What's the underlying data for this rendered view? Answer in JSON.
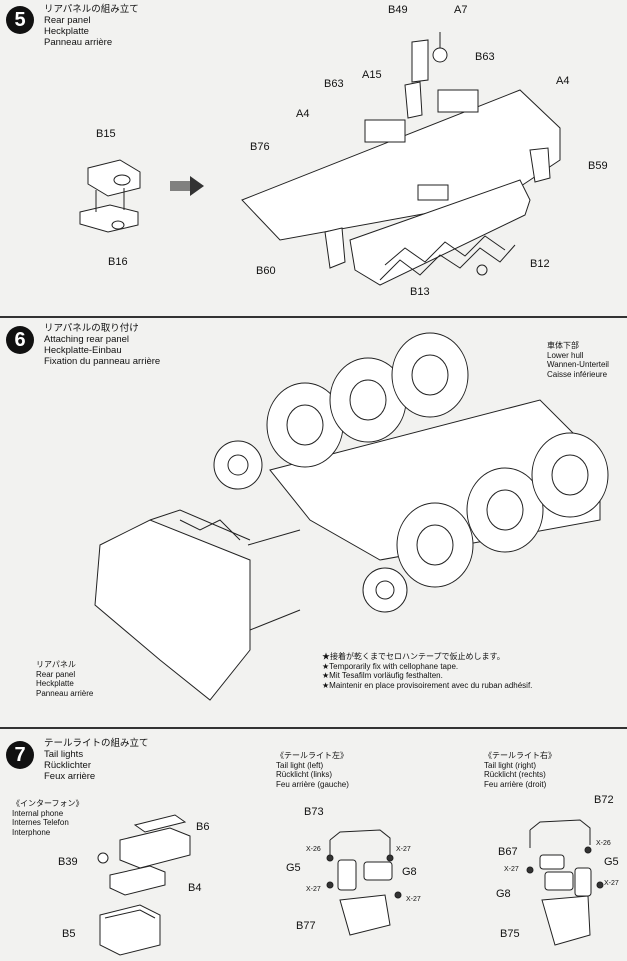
{
  "step5": {
    "number": "5",
    "title_jp": "リアパネルの組み立て",
    "title_en": "Rear panel",
    "title_de": "Heckplatte",
    "title_fr": "Panneau arrière",
    "parts": [
      "B15",
      "B16",
      "B49",
      "A7",
      "A15",
      "B63",
      "B63",
      "A4",
      "A4",
      "B76",
      "B59",
      "B60",
      "B13",
      "B12"
    ]
  },
  "step6": {
    "number": "6",
    "title_jp": "リアパネルの取り付け",
    "title_en": "Attaching rear panel",
    "title_de": "Heckplatte-Einbau",
    "title_fr": "Fixation du panneau arrière",
    "lower_hull": [
      "車体下部",
      "Lower hull",
      "Wannen-Unterteil",
      "Caisse inférieure"
    ],
    "rear_panel": [
      "リアパネル",
      "Rear panel",
      "Heckplatte",
      "Panneau arrière"
    ],
    "notes": [
      "★接着が乾くまでセロハンテープで仮止めします。",
      "★Temporarily fix with cellophane tape.",
      "★Mit Tesafilm vorläufig festhalten.",
      "★Maintenir en place provisoirement avec du ruban adhésif."
    ]
  },
  "step7": {
    "number": "7",
    "title_jp": "テールライトの組み立て",
    "title_en": "Tail lights",
    "title_de": "Rücklichter",
    "title_fr": "Feux arrière",
    "phone": [
      "《インターフォン》",
      "Internal phone",
      "Internes Telefon",
      "Interphone"
    ],
    "phone_parts": [
      "B6",
      "B39",
      "B4",
      "B5"
    ],
    "left": [
      "《テールライト左》",
      "Tail light (left)",
      "Rücklicht (links)",
      "Feu arrière (gauche)"
    ],
    "left_parts": [
      "B73",
      "X-26",
      "X-27",
      "G5",
      "G8",
      "X-27",
      "X-27",
      "B77"
    ],
    "right": [
      "《テールライト右》",
      "Tail light (right)",
      "Rücklicht (rechts)",
      "Feu arrière (droit)"
    ],
    "right_parts": [
      "B72",
      "B67",
      "X-26",
      "X-27",
      "G5",
      "G8",
      "X-27",
      "B75"
    ]
  }
}
